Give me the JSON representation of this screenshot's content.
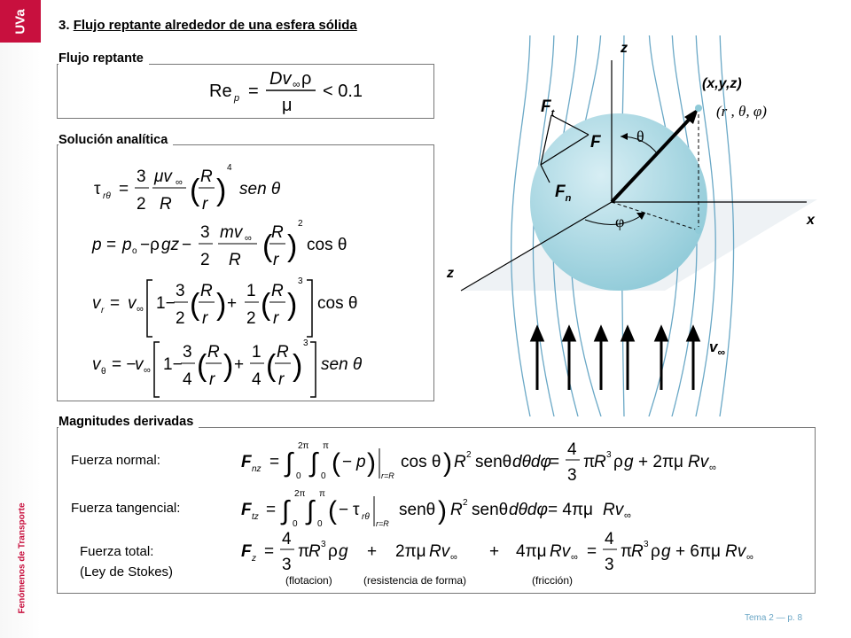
{
  "logo": "UVa",
  "sidebar_caption": "Fenómenos de Transporte",
  "slide": {
    "number": "3.",
    "title": "Flujo reptante alrededor de una esfera sólida"
  },
  "sections": {
    "creeping": "Flujo reptante",
    "solution": "Solución analítica",
    "derived": "Magnitudes derivadas"
  },
  "forces": {
    "normal": "Fuerza normal:",
    "tangential": "Fuerza tangencial:",
    "total": "Fuerza total:",
    "stokes": "(Ley de Stokes)",
    "flotation": "(flotacion)",
    "form": "(resistencia de forma)",
    "friction": "(fricción)"
  },
  "figure": {
    "axis_z_top": "z",
    "axis_x": "x",
    "axis_z_bottom": "z",
    "point": "(x,y,z)",
    "spherical": "(r , θ, φ)",
    "theta": "θ",
    "phi": "φ",
    "F": "F",
    "Ft": "F",
    "Ft_sub": "t",
    "Fn": "F",
    "Fn_sub": "n",
    "v_inf": "v",
    "v_inf_sub": "∞"
  },
  "footer": "Tema 2 — p. 8"
}
